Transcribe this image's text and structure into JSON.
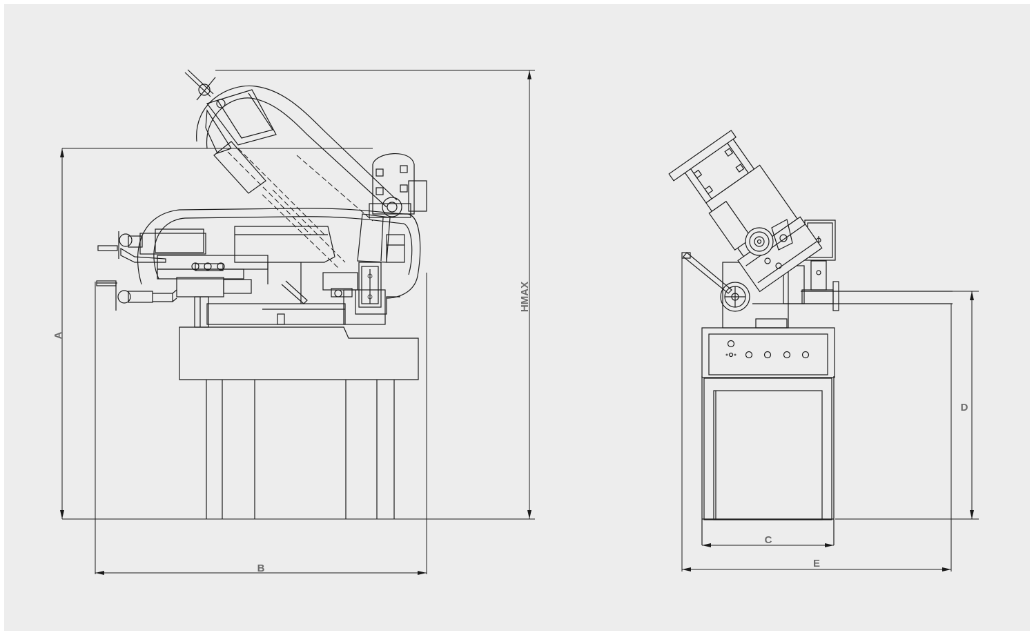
{
  "dimensions": {
    "a": "A",
    "b": "B",
    "c": "C",
    "d": "D",
    "e": "E",
    "hmax": "HMAX"
  },
  "colors": {
    "background": "#ededed",
    "line": "#1a1a1a",
    "dimension_text": "#6a6a6a"
  }
}
